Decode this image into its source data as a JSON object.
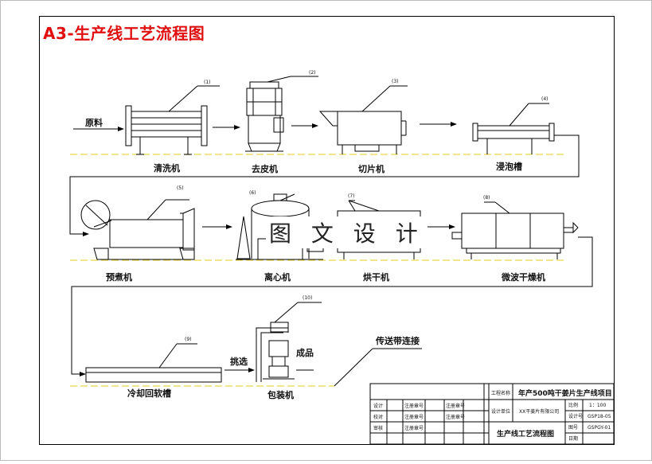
{
  "title": "A3-生产线工艺流程图",
  "watermark": "图 文 设 计",
  "input_label": "原料",
  "machines": [
    {
      "id": "washer",
      "number": "(1)",
      "label": "清洗机"
    },
    {
      "id": "peeler",
      "number": "(2)",
      "label": "去皮机"
    },
    {
      "id": "slicer",
      "number": "(3)",
      "label": "切片机"
    },
    {
      "id": "soak",
      "number": "(4)",
      "label": "浸泡槽"
    },
    {
      "id": "blancher",
      "number": "(5)",
      "label": "预煮机"
    },
    {
      "id": "centrifuge",
      "number": "(6)",
      "label": "离心机"
    },
    {
      "id": "dryer",
      "number": "(7)",
      "label": "烘干机"
    },
    {
      "id": "microwave",
      "number": "(8)",
      "label": "微波干燥机"
    },
    {
      "id": "cooler",
      "number": "(9)",
      "label": "冷却回软槽"
    },
    {
      "id": "packer",
      "number": "(10)",
      "label": "包装机"
    }
  ],
  "pick_label": "挑选",
  "product_label": "成品",
  "conveyor_label": "传送带连接",
  "title_block": {
    "project_label": "工程名称",
    "project_name": "年产500吨干姜片生产线项目",
    "design_label": "设计单位",
    "design_unit": "XX干姜片有限公司",
    "drawing_title": "生产线工艺流程图",
    "scale_label": "比例",
    "scale_value": "1：100",
    "design_no_label": "设计号",
    "design_no": "GSP18-05",
    "drawing_no_label": "图号",
    "drawing_no": "GSPGY-01",
    "date_label": "日期",
    "date_value": "",
    "rows": [
      {
        "role": "设计",
        "sign": "注册章号"
      },
      {
        "role": "校对",
        "sign": "注册章号"
      },
      {
        "role": "审核",
        "sign": "注册章号"
      }
    ],
    "sign2": [
      "注册章号",
      "注册章号"
    ]
  }
}
